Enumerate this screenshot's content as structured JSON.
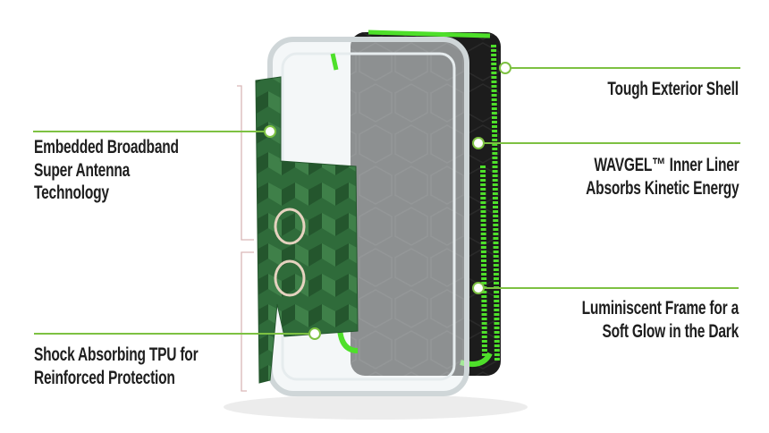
{
  "callouts": {
    "antenna": {
      "lines": [
        "Embedded Broadband",
        "Super Antenna",
        "Technology"
      ]
    },
    "tpu": {
      "lines": [
        "Shock Absorbing TPU for",
        "Reinforced Protection"
      ]
    },
    "shell": {
      "lines": [
        "Tough Exterior Shell"
      ]
    },
    "wavgel": {
      "lines": [
        "WAVGEL™ Inner Liner",
        "Absorbs Kinetic Energy"
      ]
    },
    "frame": {
      "lines": [
        "Luminiscent Frame for a",
        "Soft Glow in the Dark"
      ]
    }
  },
  "colors": {
    "accent": "#7dc142",
    "glow": "#4ee02a",
    "pcb": "#2f6b3a",
    "shell": "#1c1c1c"
  }
}
